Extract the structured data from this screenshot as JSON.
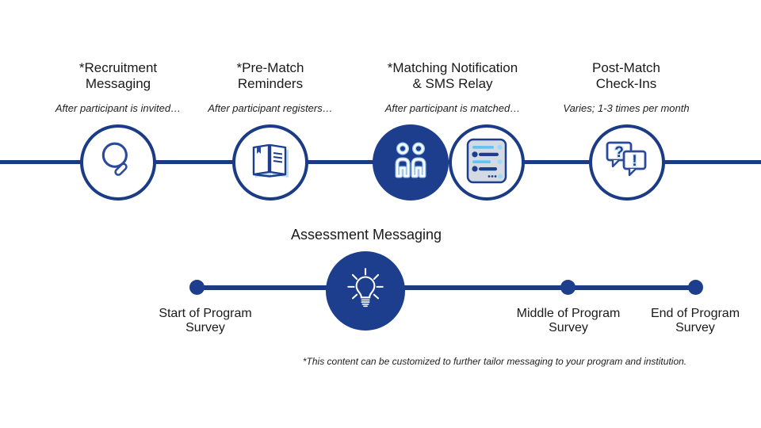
{
  "top_timeline": {
    "nodes": [
      {
        "title": "*Recruitment\nMessaging",
        "subtitle": "After participant is invited…",
        "icon": "magnifier-icon"
      },
      {
        "title": "*Pre-Match\nReminders",
        "subtitle": "After participant registers…",
        "icon": "open-book-icon"
      },
      {
        "title": "*Matching Notification\n& SMS Relay",
        "subtitle": "After participant is matched…",
        "icons": [
          "matched-people-icon",
          "sms-conversation-icon"
        ]
      },
      {
        "title": "Post-Match\nCheck-Ins",
        "subtitle": "Varies; 1-3 times per month",
        "icon": "question-exclamation-bubbles-icon"
      }
    ]
  },
  "assessment": {
    "title": "Assessment Messaging",
    "icon": "lightbulb-icon",
    "milestones": [
      {
        "label": "Start of Program\nSurvey"
      },
      {
        "label": "Middle of Program\nSurvey"
      },
      {
        "label": "End of Program\nSurvey"
      }
    ]
  },
  "bubble_icon": {
    "question": "?",
    "exclamation": "!"
  },
  "footnote": "*This content can be customized to further tailor messaging to your program and institution.",
  "colors": {
    "navy": "#1c3e8c",
    "line_navy": "#1b3c85",
    "medium_blue": "#2b4a9b",
    "light_blue": "#62c4f0",
    "pale_blue": "#9bd9f6",
    "glow_blue": "#a8d3f1",
    "panel_gray": "#d3dae3",
    "text": "#1a1a1a",
    "background": "#ffffff"
  }
}
